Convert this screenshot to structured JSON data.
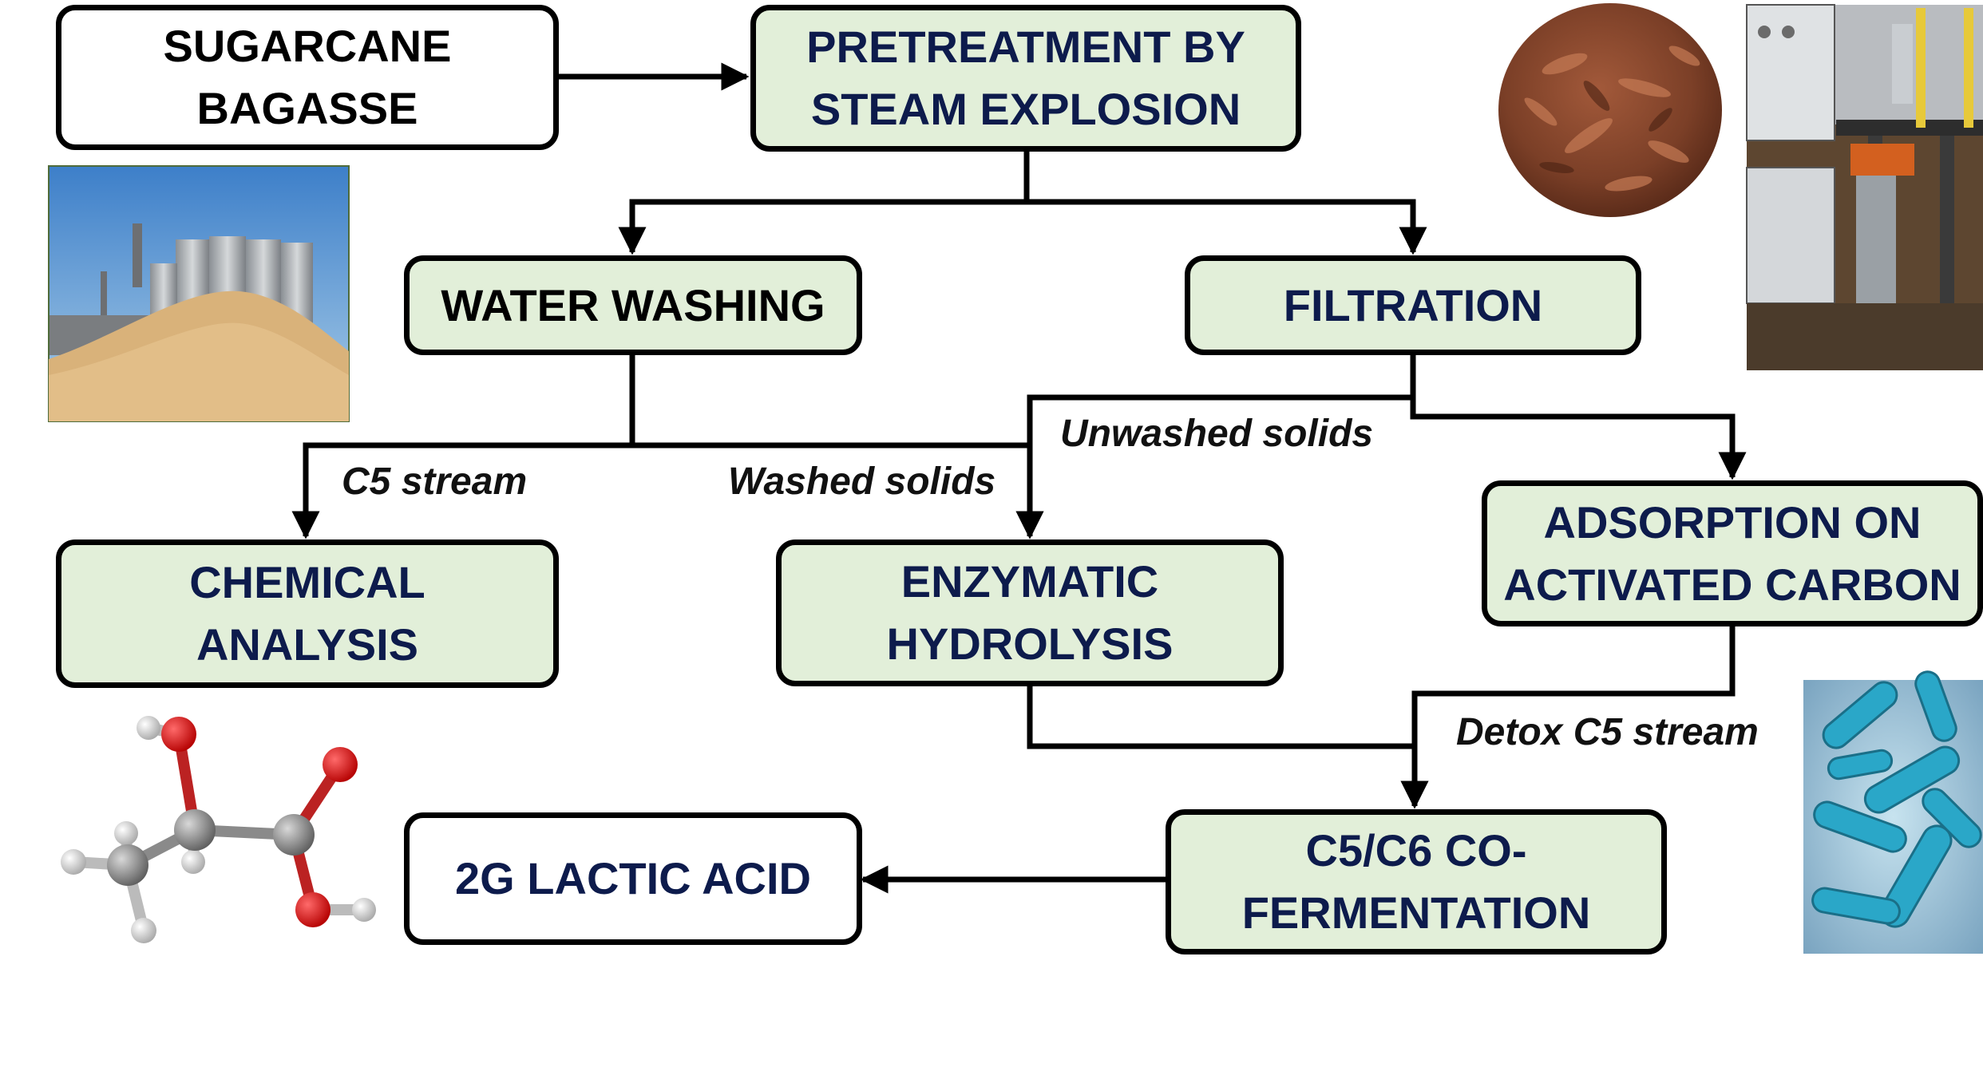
{
  "nodes": {
    "sugarcane": [
      "SUGARCANE",
      "BAGASSE"
    ],
    "pretreatment": [
      "PRETREATMENT BY",
      "STEAM EXPLOSION"
    ],
    "water_washing": [
      "WATER WASHING"
    ],
    "filtration": [
      "FILTRATION"
    ],
    "chemical_analysis": [
      "CHEMICAL",
      "ANALYSIS"
    ],
    "enzymatic_hydrolysis": [
      "ENZYMATIC",
      "HYDROLYSIS"
    ],
    "adsorption": [
      "ADSORPTION ON",
      "ACTIVATED CARBON"
    ],
    "cofermentation": [
      "C5/C6 CO-",
      "FERMENTATION"
    ],
    "lactic_acid": [
      "2G LACTIC ACID"
    ]
  },
  "edge_labels": {
    "c5_stream": "C5 stream",
    "washed_solids": "Washed solids",
    "unwashed_solids": "Unwashed solids",
    "detox_c5_stream": "Detox C5 stream"
  },
  "colors": {
    "box_fill": "#e2efd9",
    "text_navy": "#0d1b4c",
    "line": "#000000"
  },
  "images": [
    "silo-bagasse-photo",
    "bagasse-fiber-photo",
    "steam-explosion-reactor-photo",
    "lactic-acid-molecule",
    "bacteria-image"
  ]
}
